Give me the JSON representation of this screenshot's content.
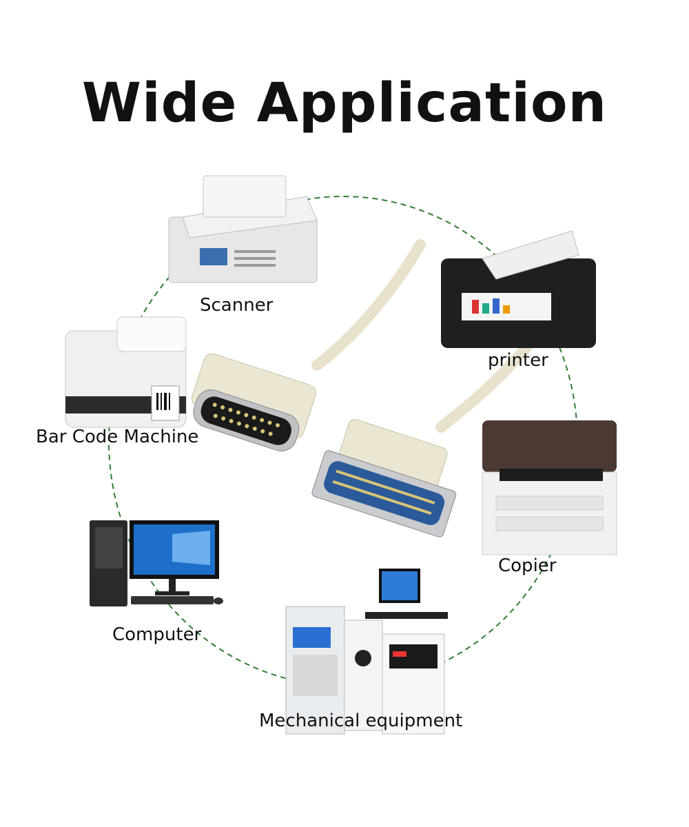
{
  "title": "Wide Application",
  "devices": [
    {
      "label": "Scanner",
      "icon": "scanner-icon"
    },
    {
      "label": "printer",
      "icon": "printer-icon"
    },
    {
      "label": "Bar Code Machine",
      "icon": "barcode-printer-icon"
    },
    {
      "label": "Copier",
      "icon": "copier-icon"
    },
    {
      "label": "Computer",
      "icon": "computer-icon"
    },
    {
      "label": "Mechanical equipment",
      "icon": "mechanical-equipment-icon"
    }
  ],
  "colors": {
    "circle": "#2e7d32",
    "cable": "#e8e2cc",
    "text": "#111111"
  }
}
